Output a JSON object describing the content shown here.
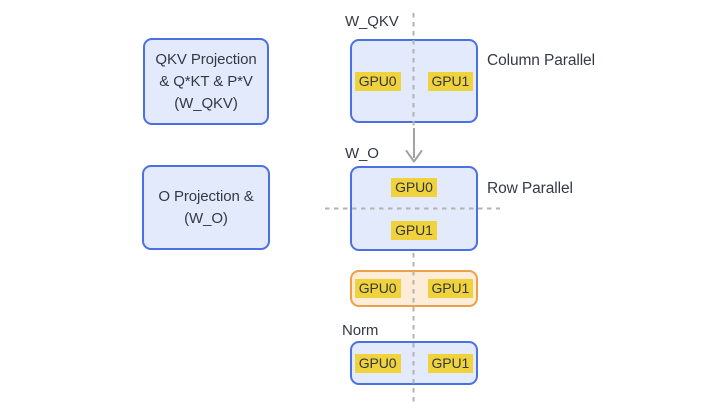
{
  "colors": {
    "blue_border": "#4a70e4",
    "blue_fill": "#e2eafc",
    "orange_border": "#eda04a",
    "orange_fill": "#fcecd8",
    "gpu_highlight": "#f0d23c",
    "text": "#343a44",
    "dash": "#b3b3b3",
    "arrow": "#a2a2a2",
    "bg": "#ffffff"
  },
  "left_column": {
    "qkv_box": {
      "lines": [
        "QKV Projection",
        "& Q*KT & P*V",
        "(W_QKV)"
      ]
    },
    "o_box": {
      "lines": [
        "O Projection &",
        "(W_O)"
      ]
    }
  },
  "middle_column": {
    "wqkv_label": "W_QKV",
    "wo_label": "W_O",
    "norm_label": "Norm",
    "qkv_box": {
      "gpu0": "GPU0",
      "gpu1": "GPU1"
    },
    "wo_box": {
      "gpu0": "GPU0",
      "gpu1": "GPU1"
    },
    "allreduce_box": {
      "gpu0": "GPU0",
      "gpu1": "GPU1"
    },
    "norm_box": {
      "gpu0": "GPU0",
      "gpu1": "GPU1"
    }
  },
  "annotations": {
    "column_parallel": "Column Parallel",
    "row_parallel": "Row Parallel"
  }
}
